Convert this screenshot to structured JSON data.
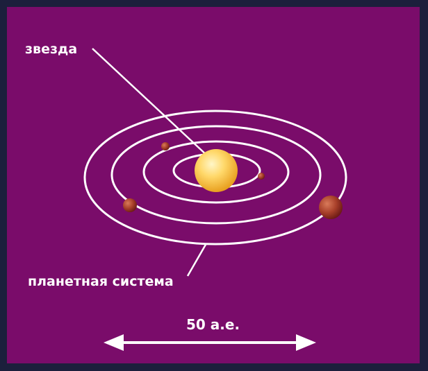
{
  "labels": {
    "star": "звезда",
    "planetary_system": "планетная система",
    "scale": "50 а.е."
  },
  "colors": {
    "background": "#7a0c6a",
    "frame": "#1c1f3c",
    "orbit": "#ffffff",
    "star": "#ffd86a",
    "planet": "#a8402a"
  }
}
